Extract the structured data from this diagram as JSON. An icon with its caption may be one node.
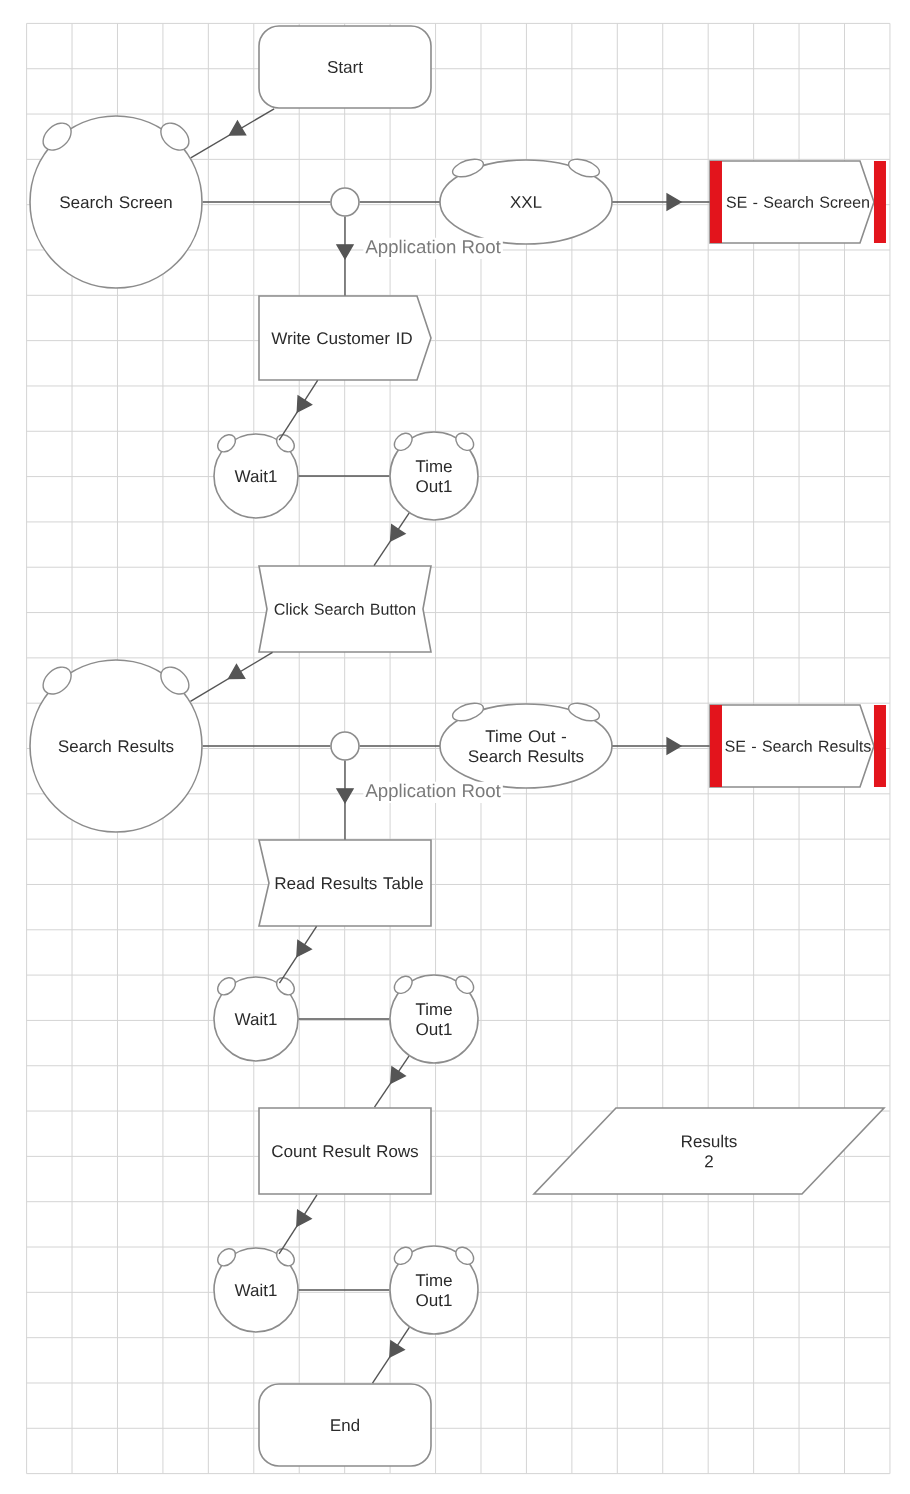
{
  "diagram": {
    "nodes": [
      {
        "text": [
          "Start"
        ]
      },
      {
        "text": [
          "Search Screen"
        ]
      },
      {
        "text": [],
        "shape": "circle"
      },
      {
        "text": [
          "XXL"
        ]
      },
      {
        "text": [
          "SE - Search Screen"
        ]
      },
      {
        "text": [
          "Write Customer ID"
        ]
      },
      {
        "text": [
          "Wait1"
        ]
      },
      {
        "text": [
          "Time Out1"
        ]
      },
      {
        "text": [
          "Click Search Button"
        ]
      },
      {
        "text": [
          "Search Results"
        ]
      },
      {
        "text": [],
        "shape": "circle"
      },
      {
        "text": [
          "Time Out - Search Results"
        ]
      },
      {
        "text": [
          "SE - Search Results"
        ]
      },
      {
        "text": [
          "Read Results Table"
        ]
      },
      {
        "text": [
          "Wait1"
        ]
      },
      {
        "text": [
          "Time Out1"
        ]
      },
      {
        "text": [
          "Count Result Rows"
        ]
      },
      {
        "text": [
          "Results",
          "2"
        ]
      },
      {
        "text": [
          "Wait1"
        ]
      },
      {
        "text": [
          "Time Out1"
        ]
      },
      {
        "text": [
          "End"
        ]
      }
    ],
    "edges": [
      {
        "from": 0,
        "to": 1,
        "arrow": "to"
      },
      {
        "from": 1,
        "to": 2,
        "arrow": "none"
      },
      {
        "from": 2,
        "to": 3,
        "arrow": "none"
      },
      {
        "from": 3,
        "to": 4,
        "arrow": "to"
      },
      {
        "from": 2,
        "to": 5,
        "arrow": "to",
        "label": "Application Root"
      },
      {
        "from": 5,
        "to": 6,
        "arrow": "to"
      },
      {
        "from": 6,
        "to": 7,
        "arrow": "none"
      },
      {
        "from": 7,
        "to": 8,
        "arrow": "to"
      },
      {
        "from": 8,
        "to": 9,
        "arrow": "to"
      },
      {
        "from": 9,
        "to": 10,
        "arrow": "none"
      },
      {
        "from": 10,
        "to": 11,
        "arrow": "none"
      },
      {
        "from": 11,
        "to": 12,
        "arrow": "to"
      },
      {
        "from": 10,
        "to": 13,
        "arrow": "to",
        "label": "Application Root"
      },
      {
        "from": 13,
        "to": 14,
        "arrow": "to"
      },
      {
        "from": 14,
        "to": 15,
        "arrow": "none"
      },
      {
        "from": 15,
        "to": 16,
        "arrow": "to"
      },
      {
        "from": 16,
        "to": 18,
        "arrow": "to"
      },
      {
        "from": 18,
        "to": 19,
        "arrow": "none"
      },
      {
        "from": 19,
        "to": 20,
        "arrow": "to"
      }
    ]
  }
}
